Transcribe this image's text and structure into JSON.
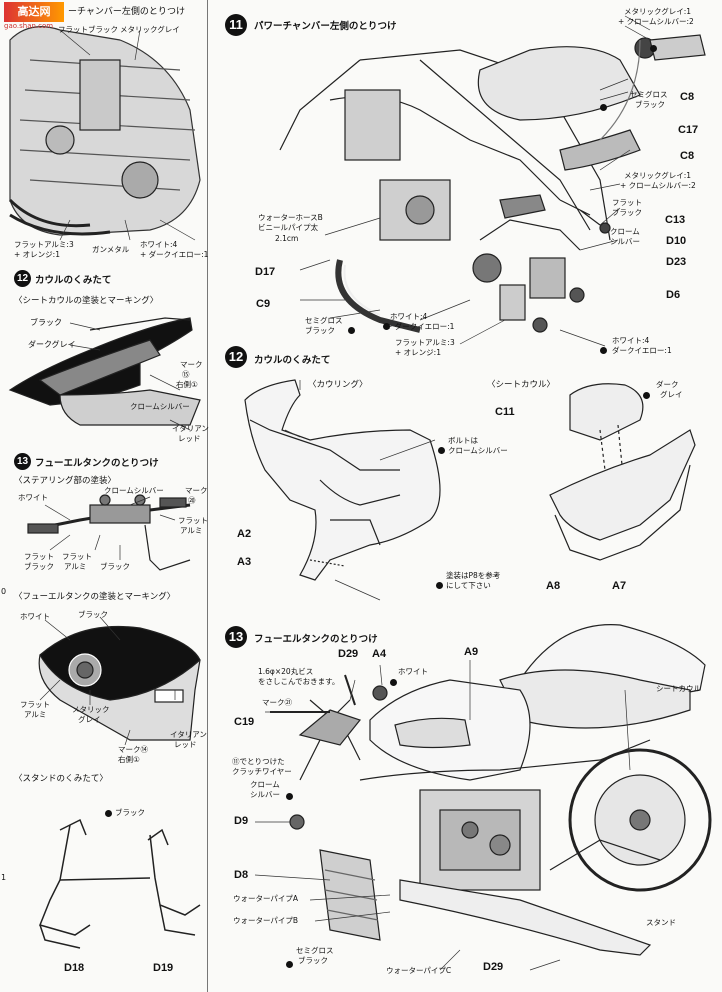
{
  "logo": {
    "text": "高达网",
    "url": "gao.shan.com"
  },
  "left": {
    "top_label": "ーチャンバー左側のとりつけ",
    "top_callouts": [
      "フラットブラック",
      "メタリックグレイ",
      "フラットアルミ:3",
      "+ オレンジ:1",
      "ガンメタル",
      "ホワイト:4",
      "+ ダークイエロー:1"
    ],
    "s12": {
      "num": "12",
      "title": "カウルのくみたて",
      "sub": "〈シートカウルの塗装とマーキング〉",
      "labels": [
        "ブラック",
        "ダークグレイ",
        "マーク",
        "⑮",
        "右側①",
        "クロームシルバー",
        "イタリアン",
        "レッド"
      ]
    },
    "s13": {
      "num": "13",
      "title": "フューエルタンクのとりつけ",
      "sub": "〈ステアリング部の塗装〉",
      "labels": [
        "ホワイト",
        "クロームシルバー",
        "マーク",
        "⑳",
        "フラット",
        "アルミ",
        "フラット",
        "ブラック",
        "フラット",
        "アルミ",
        "ブラック"
      ]
    },
    "tank": {
      "sub": "〈フューエルタンクの塗装とマーキング〉",
      "labels": [
        "ホワイト",
        "ブラック",
        "フラット",
        "アルミ",
        "メタリック",
        "グレイ",
        "マーク⑭",
        "右側①",
        "イタリアン",
        "レッド"
      ]
    },
    "stand": {
      "sub": "〈スタンドのくみたて〉",
      "labels": [
        "ブラック",
        "D18",
        "D19"
      ]
    },
    "edge": [
      "0",
      "1"
    ]
  },
  "right": {
    "s11": {
      "num": "11",
      "title": "パワーチャンバー左側のとりつけ",
      "callouts": [
        "メタリックグレイ:1",
        "+ クロームシルバー:2",
        "セミグロス",
        "ブラック",
        "メタリックグレイ:1",
        "+ クロームシルバー:2",
        "フラット",
        "ブラック",
        "クローム",
        "シルバー",
        "ウォーターホースB",
        "ビニールパイプ太",
        "2.1cm",
        "セミグロス",
        "ブラック",
        "ホワイト:4",
        "+ ダークイエロー:1",
        "フラットアルミ:3",
        "+ オレンジ:1",
        "ホワイト:4",
        "ダークイエロー:1"
      ],
      "refs": [
        "C8",
        "C17",
        "C8",
        "C13",
        "D10",
        "D23",
        "D6",
        "D17",
        "C9"
      ]
    },
    "s12": {
      "num": "12",
      "title": "カウルのくみたて",
      "cowling": "〈カウリング〉",
      "seatcowl": "〈シートカウル〉",
      "labels": [
        "ダーク",
        "グレイ",
        "ボルトは",
        "クロームシルバー",
        "塗装はP8を参考",
        "にして下さい"
      ],
      "refs": [
        "C11",
        "A2",
        "A3",
        "A8",
        "A7"
      ]
    },
    "s13": {
      "num": "13",
      "title": "フューエルタンクのとりつけ",
      "labels": [
        "1.6φ×20丸ビス",
        "をさしこんでおきます。",
        "ホワイト",
        "マーク㉑",
        "シートカウル",
        "⑪でとりつけた",
        "クラッチワイヤー",
        "クローム",
        "シルバー",
        "ウォーターパイプA",
        "ウォーターパイプB",
        "セミグロス",
        "ブラック",
        "ウォーターパイプC",
        "スタンド"
      ],
      "refs": [
        "D29",
        "A4",
        "A9",
        "C19",
        "D9",
        "D8",
        "D29"
      ]
    }
  }
}
